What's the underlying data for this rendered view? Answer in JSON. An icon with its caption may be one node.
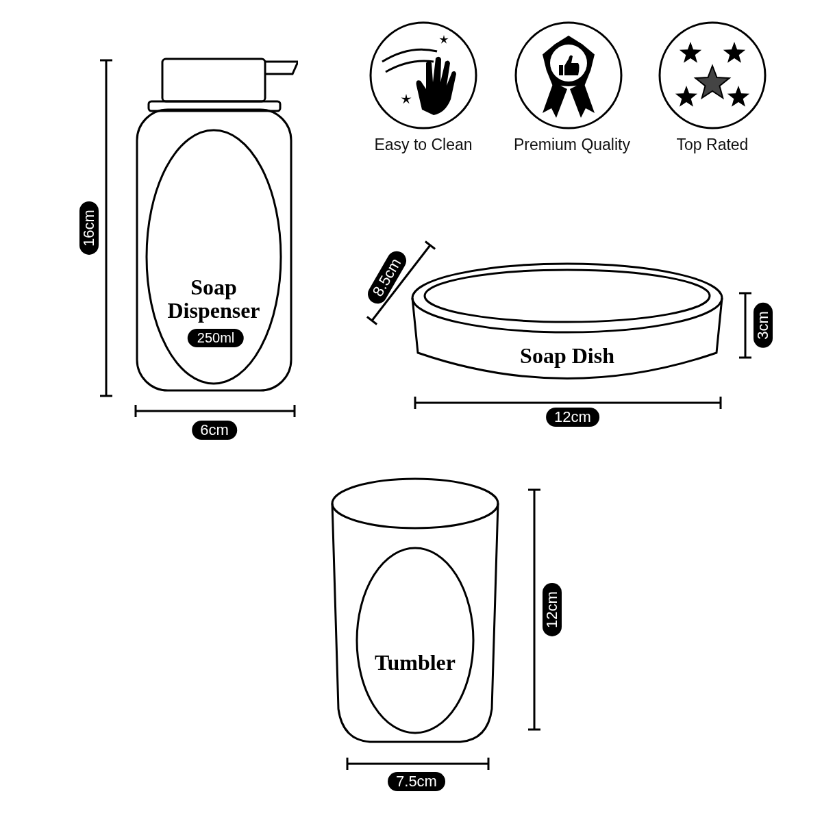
{
  "diagram": {
    "nodes": [
      {
        "text": [
          "Soap Dispenser",
          "250ml"
        ]
      },
      {
        "text": [
          "Soap Dish"
        ]
      },
      {
        "text": [
          "Tumbler"
        ]
      },
      {
        "text": [
          "Easy to Clean"
        ]
      },
      {
        "text": [
          "Premium Quality"
        ]
      },
      {
        "text": [
          "Top Rated"
        ]
      }
    ],
    "labels": [
      "16cm",
      "6cm",
      "8.5cm",
      "3cm",
      "12cm",
      "12cm",
      "7.5cm"
    ]
  }
}
